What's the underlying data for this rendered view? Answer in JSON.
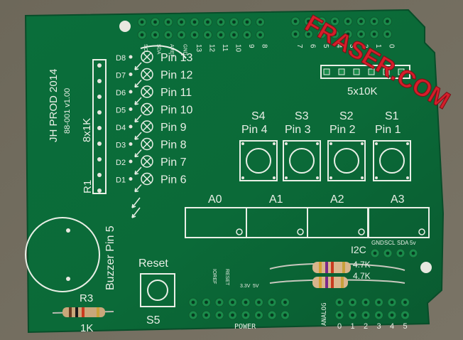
{
  "colors": {
    "board": "#0b6b3a",
    "silkscreen": "#e9efe6",
    "watermark": "#d41e2b",
    "background": "#6f6a5e"
  },
  "board": {
    "title": "JH PROD 2014",
    "version": "88-001 v1.00",
    "resistor_array": "8x1K",
    "r1": "R1",
    "dip": "5x10K",
    "buzzer": "Buzzer Pin 5",
    "reset": "Reset",
    "s5": "S5",
    "r3": "R3",
    "r3_value": "1K",
    "i2c": "I2C",
    "power": "POWER",
    "analog": "ANALOG",
    "r_value_a": "4.7K",
    "r_value_b": "4.7K",
    "watermark": "FRASER.COM"
  },
  "leds": [
    {
      "d": "D8",
      "pin": "Pin 13"
    },
    {
      "d": "D7",
      "pin": "Pin 12"
    },
    {
      "d": "D6",
      "pin": "Pin 11"
    },
    {
      "d": "D5",
      "pin": "Pin 10"
    },
    {
      "d": "D4",
      "pin": "Pin 9"
    },
    {
      "d": "D3",
      "pin": "Pin 8"
    },
    {
      "d": "D2",
      "pin": "Pin 7"
    },
    {
      "d": "D1",
      "pin": "Pin 6"
    }
  ],
  "switches": [
    {
      "s": "S4",
      "pin": "Pin 4"
    },
    {
      "s": "S3",
      "pin": "Pin 3"
    },
    {
      "s": "S2",
      "pin": "Pin 2"
    },
    {
      "s": "S1",
      "pin": "Pin 1"
    }
  ],
  "analog_blocks": [
    "A0",
    "A1",
    "A2",
    "A3"
  ],
  "top_header_left": [
    "SCL",
    "SDA",
    "AREF",
    "GND",
    "13",
    "12",
    "11",
    "10",
    "9",
    "8"
  ],
  "top_header_right": [
    "7",
    "6",
    "5",
    "4",
    "3",
    "2",
    "1",
    "0"
  ],
  "i2c_pins": [
    "GND",
    "SCL",
    "SDA",
    "5v"
  ],
  "power_pins": [
    "IOREF",
    "RESET",
    "3.3V",
    "5V"
  ],
  "analog_pins": [
    "0",
    "1",
    "2",
    "3",
    "4",
    "5"
  ]
}
